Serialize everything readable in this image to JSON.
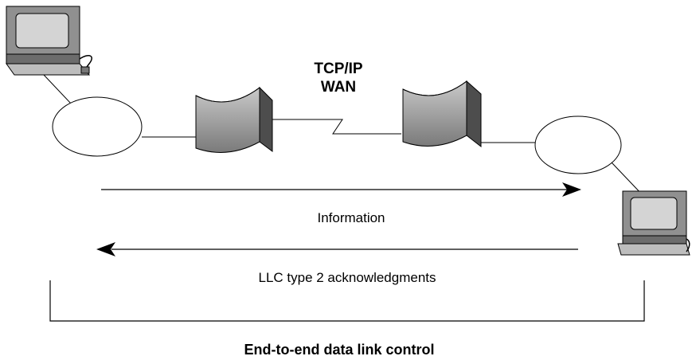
{
  "wan_label": {
    "line1": "TCP/IP",
    "line2": "WAN"
  },
  "flows": {
    "information": "Information",
    "acknowledgments": "LLC type 2 acknowledgments"
  },
  "bracket_caption": "End-to-end data link control",
  "colors": {
    "device_fill": "#8f8f8f",
    "device_dark": "#5a5a5a",
    "screen": "#d4d4d4",
    "line": "#000000"
  },
  "icons": [
    "computer-icon",
    "router-icon",
    "router-icon",
    "computer-icon"
  ]
}
